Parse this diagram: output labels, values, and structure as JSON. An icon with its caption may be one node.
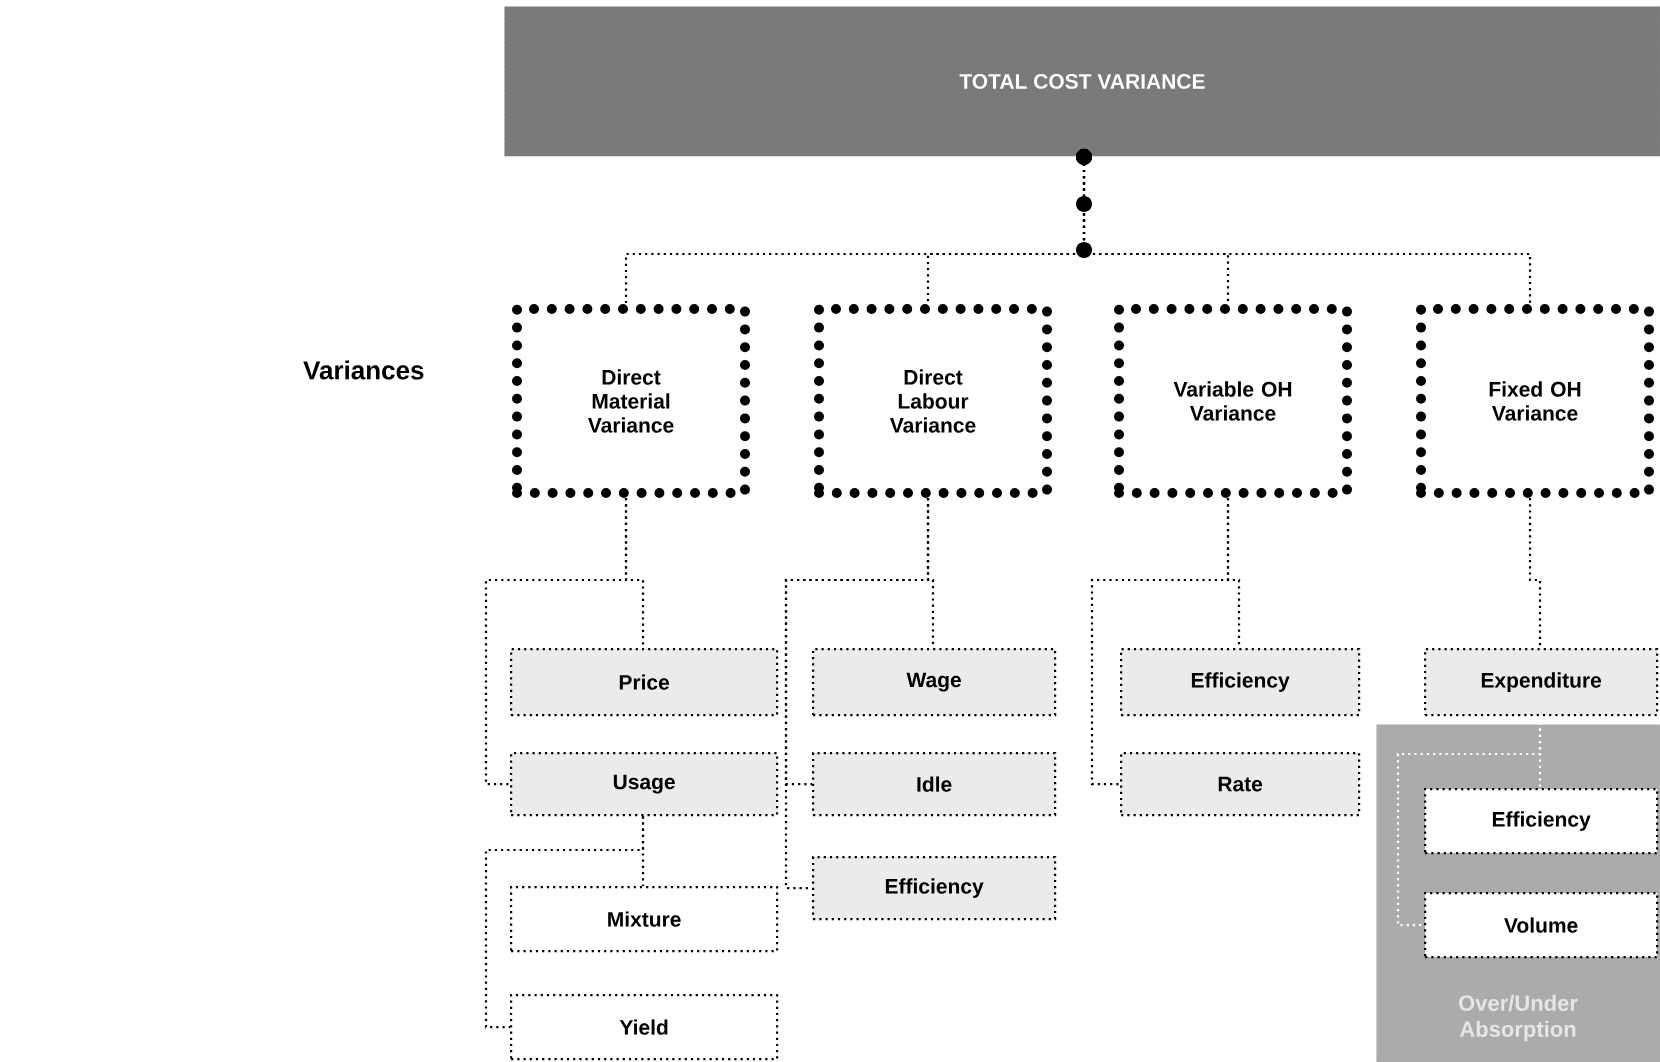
{
  "diagram": {
    "nodes": [
      {
        "text": [
          "TOTAL COST VARIANCE"
        ]
      },
      {
        "text": [
          "Direct Material Variance"
        ]
      },
      {
        "text": [
          "Direct Labour Variance"
        ]
      },
      {
        "text": [
          "Variable OH Variance"
        ]
      },
      {
        "text": [
          "Fixed OH Variance"
        ]
      },
      {
        "text": [
          "Price"
        ]
      },
      {
        "text": [
          "Usage"
        ]
      },
      {
        "text": [
          "Mixture"
        ]
      },
      {
        "text": [
          "Yield"
        ]
      },
      {
        "text": [
          "Wage"
        ]
      },
      {
        "text": [
          "Idle"
        ]
      },
      {
        "text": [
          "Efficiency"
        ]
      },
      {
        "text": [
          "Efficiency"
        ]
      },
      {
        "text": [
          "Rate"
        ]
      },
      {
        "text": [
          "Expenditure"
        ]
      },
      {
        "text": [
          "Over/Under Absorption"
        ]
      },
      {
        "text": [
          "Efficiency"
        ],
        "in": 15
      },
      {
        "text": [
          "Volume"
        ],
        "in": 15
      }
    ],
    "edges": [
      {
        "from": 0,
        "to": 1,
        "arrow": "other"
      },
      {
        "from": 0,
        "to": 2,
        "arrow": "other"
      },
      {
        "from": 0,
        "to": 3,
        "arrow": "other"
      },
      {
        "from": 0,
        "to": 4,
        "arrow": "other"
      },
      {
        "from": 1,
        "to": 5,
        "arrow": "none"
      },
      {
        "from": 1,
        "to": 6,
        "arrow": "none"
      },
      {
        "from": 6,
        "to": 7,
        "arrow": "none"
      },
      {
        "from": 6,
        "to": 8,
        "arrow": "none"
      },
      {
        "from": 2,
        "to": 9,
        "arrow": "none"
      },
      {
        "from": 2,
        "to": 10,
        "arrow": "none"
      },
      {
        "from": 2,
        "to": 11,
        "arrow": "none"
      },
      {
        "from": 3,
        "to": 12,
        "arrow": "none"
      },
      {
        "from": 3,
        "to": 13,
        "arrow": "none"
      },
      {
        "from": 4,
        "to": 14,
        "arrow": "none"
      },
      {
        "from": 14,
        "to": 16,
        "arrow": "none",
        "color": "#ffffff"
      },
      {
        "from": 14,
        "to": 17,
        "arrow": "none",
        "color": "#ffffff"
      }
    ],
    "labels": [
      "Variances"
    ]
  }
}
